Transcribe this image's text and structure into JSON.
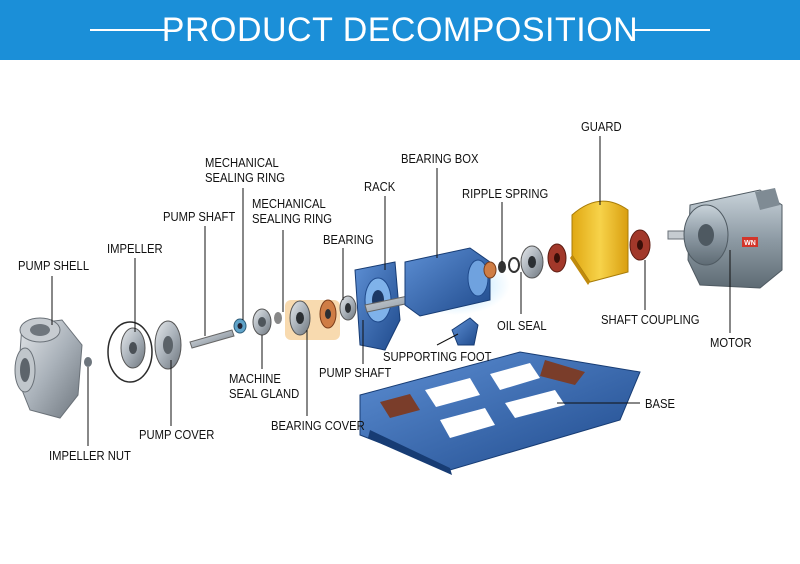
{
  "header": {
    "title": "PRODUCT DECOMPOSITION"
  },
  "colors": {
    "header_bg": "#1b8fd8",
    "title": "#ffffff",
    "base_blue": "#2f5fa8",
    "guard_yellow": "#f2c21b",
    "steel": "#b9c0c8",
    "coupling_red": "#a2382a",
    "motor_grey": "#9aa7b0"
  },
  "labels": {
    "pump_shell": "PUMP SHELL",
    "impeller": "IMPELLER",
    "pump_shaft": "PUMP SHAFT",
    "mech_seal_1_line1": "MECHANICAL",
    "mech_seal_1_line2": "SEALING RING",
    "mech_seal_2_line1": "MECHANICAL",
    "mech_seal_2_line2": "SEALING RING",
    "bearing": "BEARING",
    "rack": "RACK",
    "bearing_box": "BEARING BOX",
    "ripple_spring": "RIPPLE SPRING",
    "guard": "GUARD",
    "shaft_coupling": "SHAFT COUPLING",
    "motor": "MOTOR",
    "oil_seal": "OIL SEAL",
    "supporting_foot": "SUPPORTING FOOT",
    "pump_shaft_2": "PUMP SHAFT",
    "machine_seal_gland_line1": "MACHINE",
    "machine_seal_gland_line2": "SEAL GLAND",
    "bearing_cover": "BEARING COVER",
    "pump_cover": "PUMP COVER",
    "impeller_nut": "IMPELLER NUT",
    "base": "BASE",
    "motor_badge": "WN"
  }
}
